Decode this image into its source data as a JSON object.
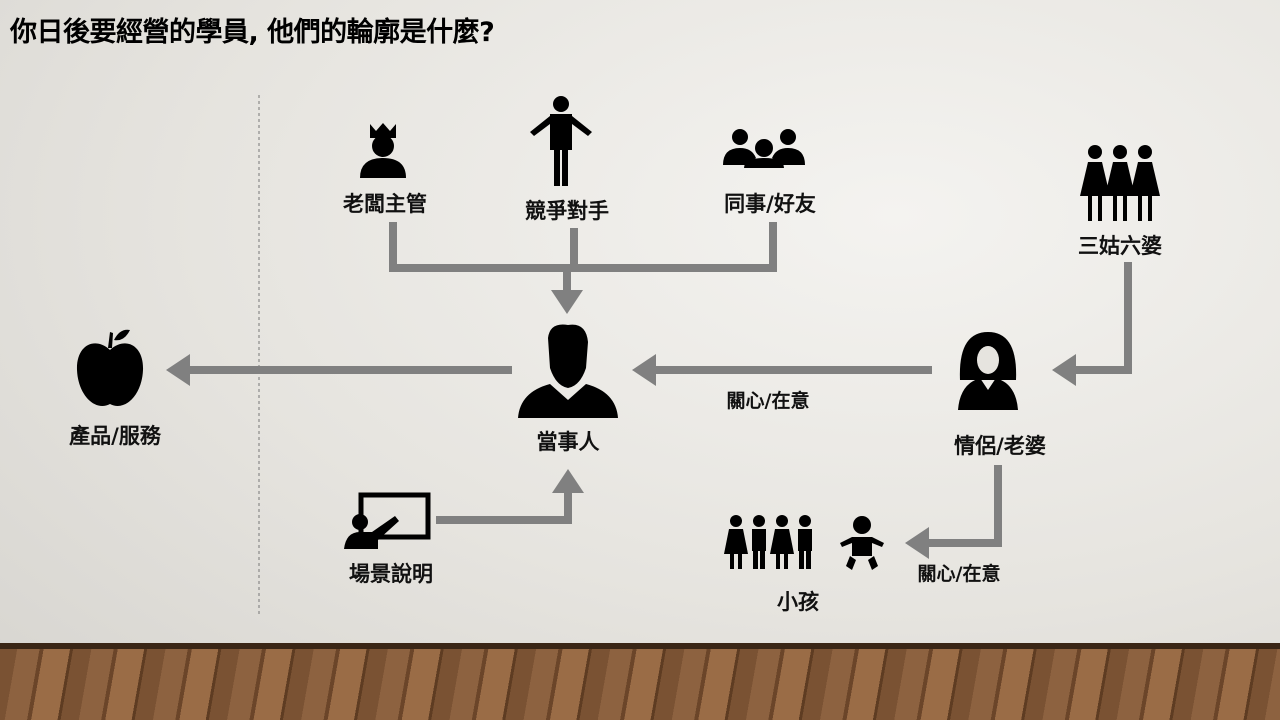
{
  "title": "你日後要經營的學員, 他們的輪廓是什麼?",
  "nodes": {
    "boss": "老闆主管",
    "competitor": "競爭對手",
    "colleagues": "同事/好友",
    "relatives": "三姑六婆",
    "product": "產品/服務",
    "self": "當事人",
    "partner": "情侶/老婆",
    "scene": "場景說明",
    "children": "小孩"
  },
  "edge_labels": {
    "partner_to_self": "關心/在意",
    "partner_to_children": "關心/在意"
  },
  "colors": {
    "arrow": "#808080",
    "icon": "#000000"
  }
}
